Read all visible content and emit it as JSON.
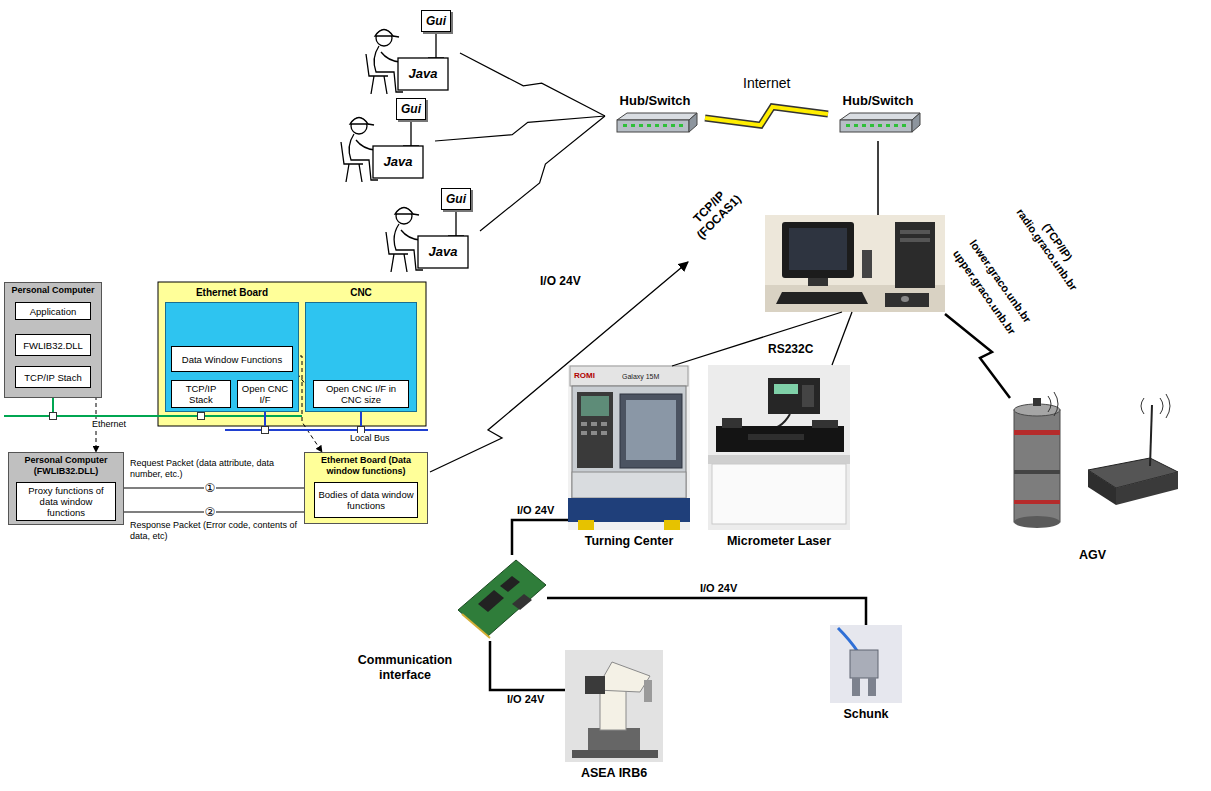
{
  "diagram": {
    "nodes": [
      {
        "text": [
          "Gui",
          "Java"
        ]
      },
      {
        "text": [
          "Gui",
          "Java"
        ]
      },
      {
        "text": [
          "Gui",
          "Java"
        ]
      },
      {
        "text": [
          "Hub/Switch"
        ]
      },
      {
        "text": [
          "Hub/Switch"
        ]
      },
      {
        "text": [
          "Personal Computer"
        ]
      },
      {
        "text": [
          "Application"
        ],
        "in": 5
      },
      {
        "text": [
          "FWLIB32.DLL"
        ],
        "in": 5
      },
      {
        "text": [
          "TCP/IP Stach"
        ],
        "in": 5
      },
      {
        "text": [
          "Ethernet Board"
        ]
      },
      {
        "text": [
          "Data Window Functions"
        ],
        "in": 9
      },
      {
        "text": [
          "TCP/IP Stack"
        ],
        "in": 9
      },
      {
        "text": [
          "Open CNC I/F"
        ],
        "in": 9
      },
      {
        "text": [
          "CNC"
        ]
      },
      {
        "text": [
          "Open CNC I/F in CNC size"
        ],
        "in": 13
      },
      {
        "text": [
          "Personal Computer (FWLIB32.DLL)"
        ]
      },
      {
        "text": [
          "Proxy functions of data window functions"
        ],
        "in": 15
      },
      {
        "text": [
          "Ethernet Board (Data window functions)"
        ]
      },
      {
        "text": [
          "Bodies of data window functions"
        ],
        "in": 17
      },
      {
        "text": [
          "Turning Center"
        ]
      },
      {
        "text": [
          "Micrometer Laser"
        ]
      },
      {
        "text": [
          "AGV"
        ]
      },
      {
        "text": [
          "Communication interface"
        ]
      },
      {
        "text": [
          "ASEA IRB6"
        ]
      },
      {
        "text": [
          "Schunk"
        ]
      }
    ],
    "edges": [
      {
        "from": 0,
        "to": 3,
        "arrow": "none"
      },
      {
        "from": 1,
        "to": 3,
        "arrow": "none"
      },
      {
        "from": 2,
        "to": 3,
        "arrow": "none"
      },
      {
        "from": 3,
        "to": 4,
        "label": "Internet",
        "arrow": "none"
      },
      {
        "from": 7,
        "to": 15,
        "arrow": "to"
      },
      {
        "from": 10,
        "to": 17,
        "arrow": "to"
      },
      {
        "from": 10,
        "to": 14,
        "arrow": "to"
      },
      {
        "from": 8,
        "to": 11,
        "label": "Ethernet",
        "arrow": "none"
      },
      {
        "from": 12,
        "to": 14,
        "label": "Local Bus",
        "arrow": "none"
      },
      {
        "from": 16,
        "to": 18,
        "label": "Request Packet (data attribute, data number, etc.)",
        "arrow": "to"
      },
      {
        "from": 18,
        "to": 16,
        "label": "Response Packet (Error code, contents of data, etc)",
        "arrow": "to"
      },
      {
        "from": 22,
        "to": 19,
        "label": "I/O 24V",
        "arrow": "none"
      },
      {
        "from": 22,
        "to": 24,
        "label": "I/O 24V",
        "arrow": "none"
      },
      {
        "from": 22,
        "to": 23,
        "label": "I/O 24V",
        "arrow": "none"
      }
    ],
    "labels": [
      "I/O 24V",
      "TCP/IP (FOCAS1)",
      "RS232C",
      "(TCP/IP) radio.graco.unb.br",
      "upper.graco.unb.br",
      "lower.graco.unb.br",
      "①",
      "②",
      "ROMI",
      "Galaxy 15M"
    ]
  }
}
